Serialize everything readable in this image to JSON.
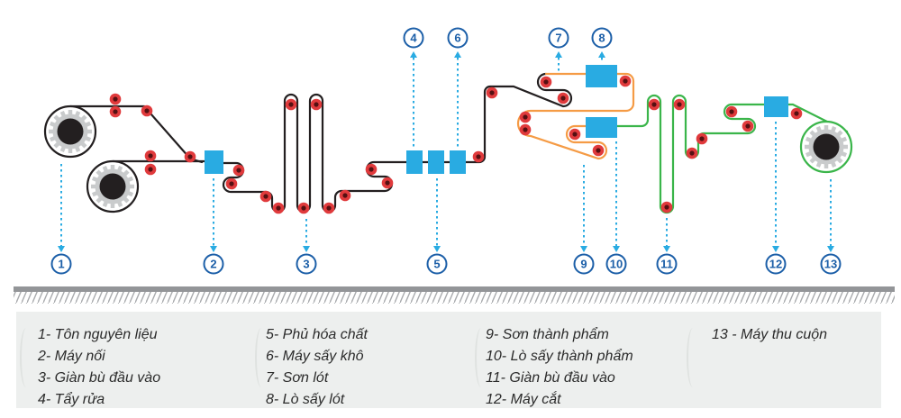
{
  "palette": {
    "light_blue": "#29abe2",
    "dark_blue": "#1c5fa8",
    "roller_red": "#e03a3c",
    "roller_core": "#551012",
    "strip_black": "#231f20",
    "strip_orange": "#f59b45",
    "strip_green": "#3ab54a",
    "gear_grey": "#c9cbcc",
    "ground_grey": "#939598",
    "legend_bg": "#edefee"
  },
  "stations": [
    {
      "n": "1"
    },
    {
      "n": "2"
    },
    {
      "n": "3"
    },
    {
      "n": "4"
    },
    {
      "n": "5"
    },
    {
      "n": "6"
    },
    {
      "n": "7"
    },
    {
      "n": "8"
    },
    {
      "n": "9"
    },
    {
      "n": "10"
    },
    {
      "n": "11"
    },
    {
      "n": "12"
    },
    {
      "n": "13"
    }
  ],
  "legend": {
    "columns": [
      [
        "1- Tôn nguyên liệu",
        "2- Máy nối",
        "3- Giàn bù đầu vào",
        "4- Tẩy rửa"
      ],
      [
        "5- Phủ hóa chất",
        "6- Máy sấy khô",
        "7- Sơn lót",
        "8- Lò sấy lót"
      ],
      [
        "9- Sơn thành phẩm",
        "10- Lò sấy thành phẩm",
        "11- Giàn bù đầu vào",
        "12- Máy cắt"
      ],
      [
        "13 - Máy thu cuộn"
      ]
    ]
  }
}
